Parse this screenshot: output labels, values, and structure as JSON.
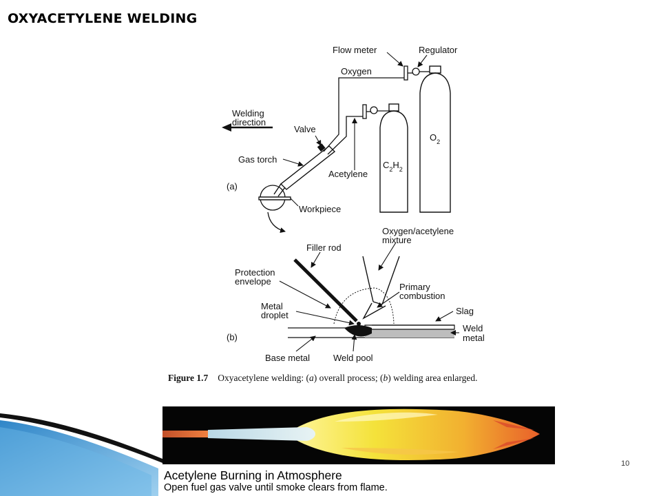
{
  "slide": {
    "title": "OXYACETYLENE WELDING",
    "page_number": "10"
  },
  "diagram": {
    "labels": {
      "flow_meter": "Flow meter",
      "regulator": "Regulator",
      "oxygen": "Oxygen",
      "welding_direction_1": "Welding",
      "welding_direction_2": "direction",
      "valve": "Valve",
      "gas_torch": "Gas torch",
      "acetylene": "Acetylene",
      "part_a": "(a)",
      "workpiece": "Workpiece",
      "o2_main": "O",
      "o2_sub": "2",
      "c2h2_c": "C",
      "c2h2_sub1": "2",
      "c2h2_h": "H",
      "c2h2_sub2": "2",
      "filler_rod": "Filler rod",
      "mixture_1": "Oxygen/acetylene",
      "mixture_2": "mixture",
      "protection_1": "Protection",
      "protection_2": "envelope",
      "primary_1": "Primary",
      "primary_2": "combustion",
      "metal_1": "Metal",
      "metal_2": "droplet",
      "slag": "Slag",
      "weld_metal_1": "Weld",
      "weld_metal_2": "metal",
      "part_b": "(b)",
      "base_metal": "Base metal",
      "weld_pool": "Weld pool"
    },
    "caption": {
      "figure": "Figure 1.7",
      "text_1": "Oxyacetylene welding: (",
      "a": "a",
      "text_2": ") overall process; (",
      "b": "b",
      "text_3": ") welding area enlarged."
    }
  },
  "photo": {
    "title": "Acetylene Burning in Atmosphere",
    "subtitle": "Open fuel gas valve until smoke clears from flame."
  },
  "colors": {
    "deco_blue": "#3a9ad6",
    "deco_light": "#9fd0ef",
    "flame_yellow": "#f4e23a",
    "flame_orange": "#e8602a",
    "weld_metal_gray": "#bdbdbd"
  }
}
